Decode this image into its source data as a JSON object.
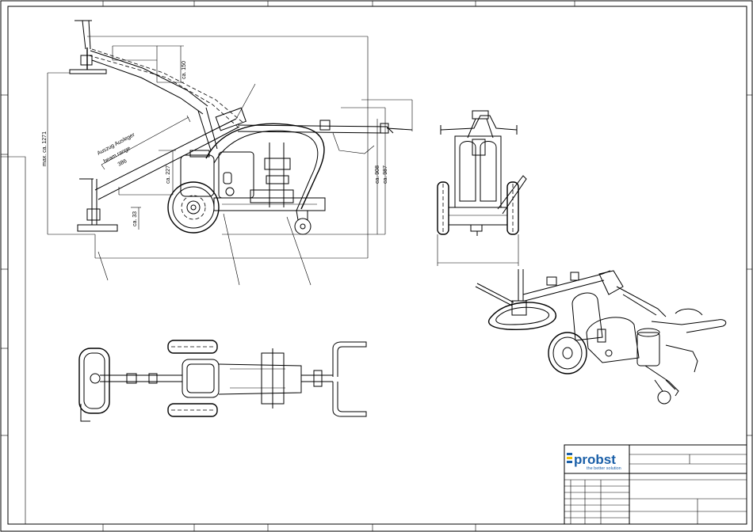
{
  "dimensions": {
    "max_height": "max. ca. 1271",
    "dim_150": "ca. 150",
    "dim_227": "ca. 227",
    "dim_33": "ca. 33",
    "dim_908": "ca. 908",
    "dim_987": "ca. 987",
    "beam_range_de": "Auszug Ausleger",
    "beam_range_en": "beam range",
    "beam_range_value": "386"
  },
  "title_block": {
    "brand": "probst",
    "tagline": "the better solution",
    "colors": {
      "brand_blue": "#1a5fa8",
      "brand_yellow": "#f2c200"
    }
  }
}
